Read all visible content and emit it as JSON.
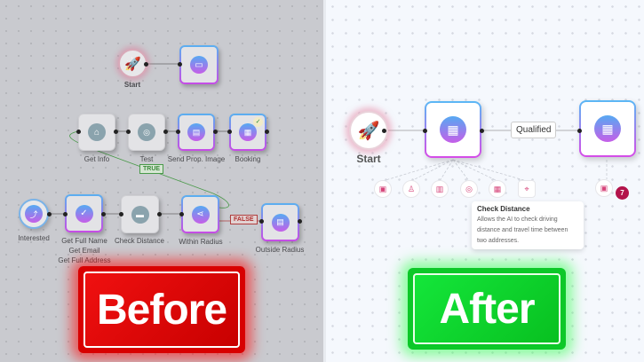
{
  "before": {
    "badge_label": "Before",
    "badge_color": "#e00000",
    "nodes": {
      "start": "Start",
      "get_info": "Get Info",
      "test": "Test",
      "send_prop_image": "Send Prop. Image",
      "booking": "Booking",
      "interested": "Interested",
      "get_full_name": [
        "Get Full Name",
        "Get Email",
        "Get Full Address"
      ],
      "check_distance": "Check Distance",
      "within_radius": "Within Radius",
      "outside_radius": "Outside Radius"
    },
    "edges": {
      "true_label": "TRUE",
      "false_label": "FALSE"
    }
  },
  "after": {
    "badge_label": "After",
    "badge_color": "#0ccf2a",
    "nodes": {
      "start": "Start"
    },
    "edge_label": "Qualified",
    "tools": [
      "calendar-sync-icon",
      "user-edit-icon",
      "book-icon",
      "camera-icon",
      "building-icon",
      "map-pin-icon"
    ],
    "tooltip": {
      "title": "Check Distance",
      "body": "Allows the AI to check driving distance and travel time between two addresses."
    },
    "count_badge": "7"
  }
}
